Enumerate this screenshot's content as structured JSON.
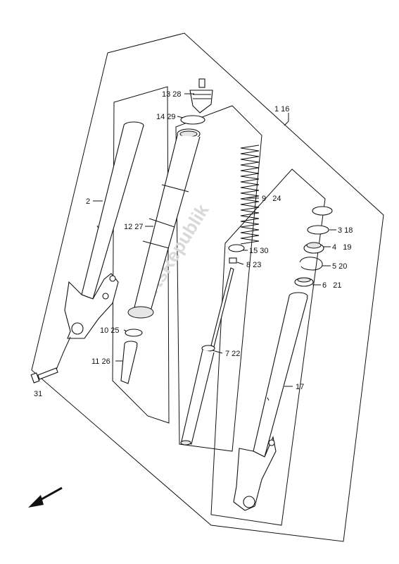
{
  "watermark": "PartsRepublik",
  "labels": {
    "l_1_16": "1 16",
    "l_2": "2",
    "l_13_28": "13 28",
    "l_14_29": "14 29",
    "l_12_27": "12 27",
    "l_10_25": "10 25",
    "l_11_26": "11 26",
    "l_31": "31",
    "l_9_24": "9   24",
    "l_15_30": "15 30",
    "l_8_23": "8 23",
    "l_7_22": "7 22",
    "l_3_18": "3 18",
    "l_4_19": "4   19",
    "l_5_20": "5 20",
    "l_6_21": "6   21",
    "l_17": "17"
  },
  "icons": {
    "direction_arrow": "front-direction-arrow-icon"
  }
}
